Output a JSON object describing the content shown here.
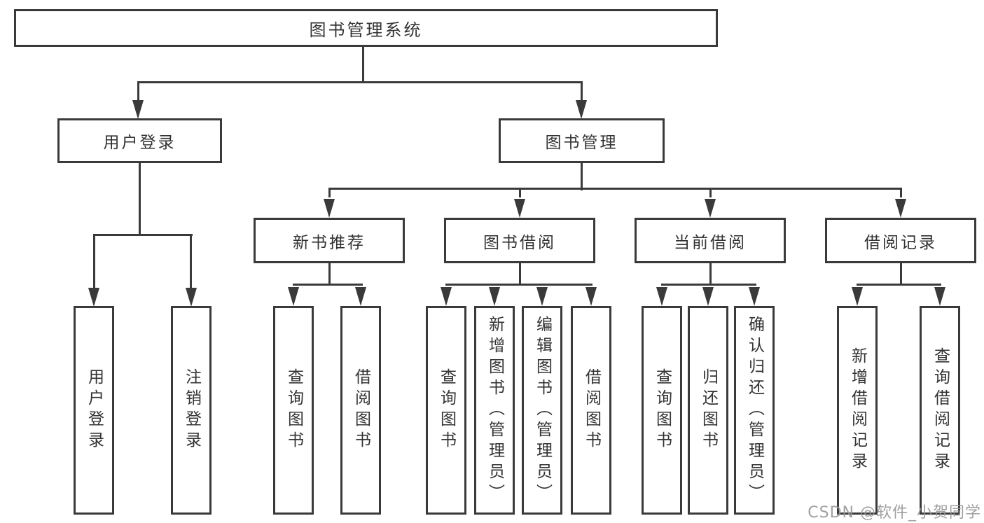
{
  "diagram": {
    "root": {
      "label": "图书管理系统"
    },
    "branches": [
      {
        "label": "用户登录",
        "children": [
          "用户登录",
          "注销登录"
        ]
      },
      {
        "label": "图书管理",
        "sections": [
          {
            "label": "新书推荐",
            "children": [
              "查询图书",
              "借阅图书"
            ]
          },
          {
            "label": "图书借阅",
            "children": [
              "查询图书",
              "新增图书（管理员）",
              "编辑图书（管理员）",
              "借阅图书"
            ]
          },
          {
            "label": "当前借阅",
            "children": [
              "查询图书",
              "归还图书",
              "确认归还（管理员）"
            ]
          },
          {
            "label": "借阅记录",
            "children": [
              "新增借阅记录",
              "查询借阅记录"
            ]
          }
        ]
      }
    ]
  },
  "watermark": {
    "text": "CSDN @软件_小贺同学"
  },
  "colors": {
    "line": "#3a3a3a",
    "text": "#333333",
    "box_fill": "#ffffff",
    "watermark": "#979797"
  }
}
